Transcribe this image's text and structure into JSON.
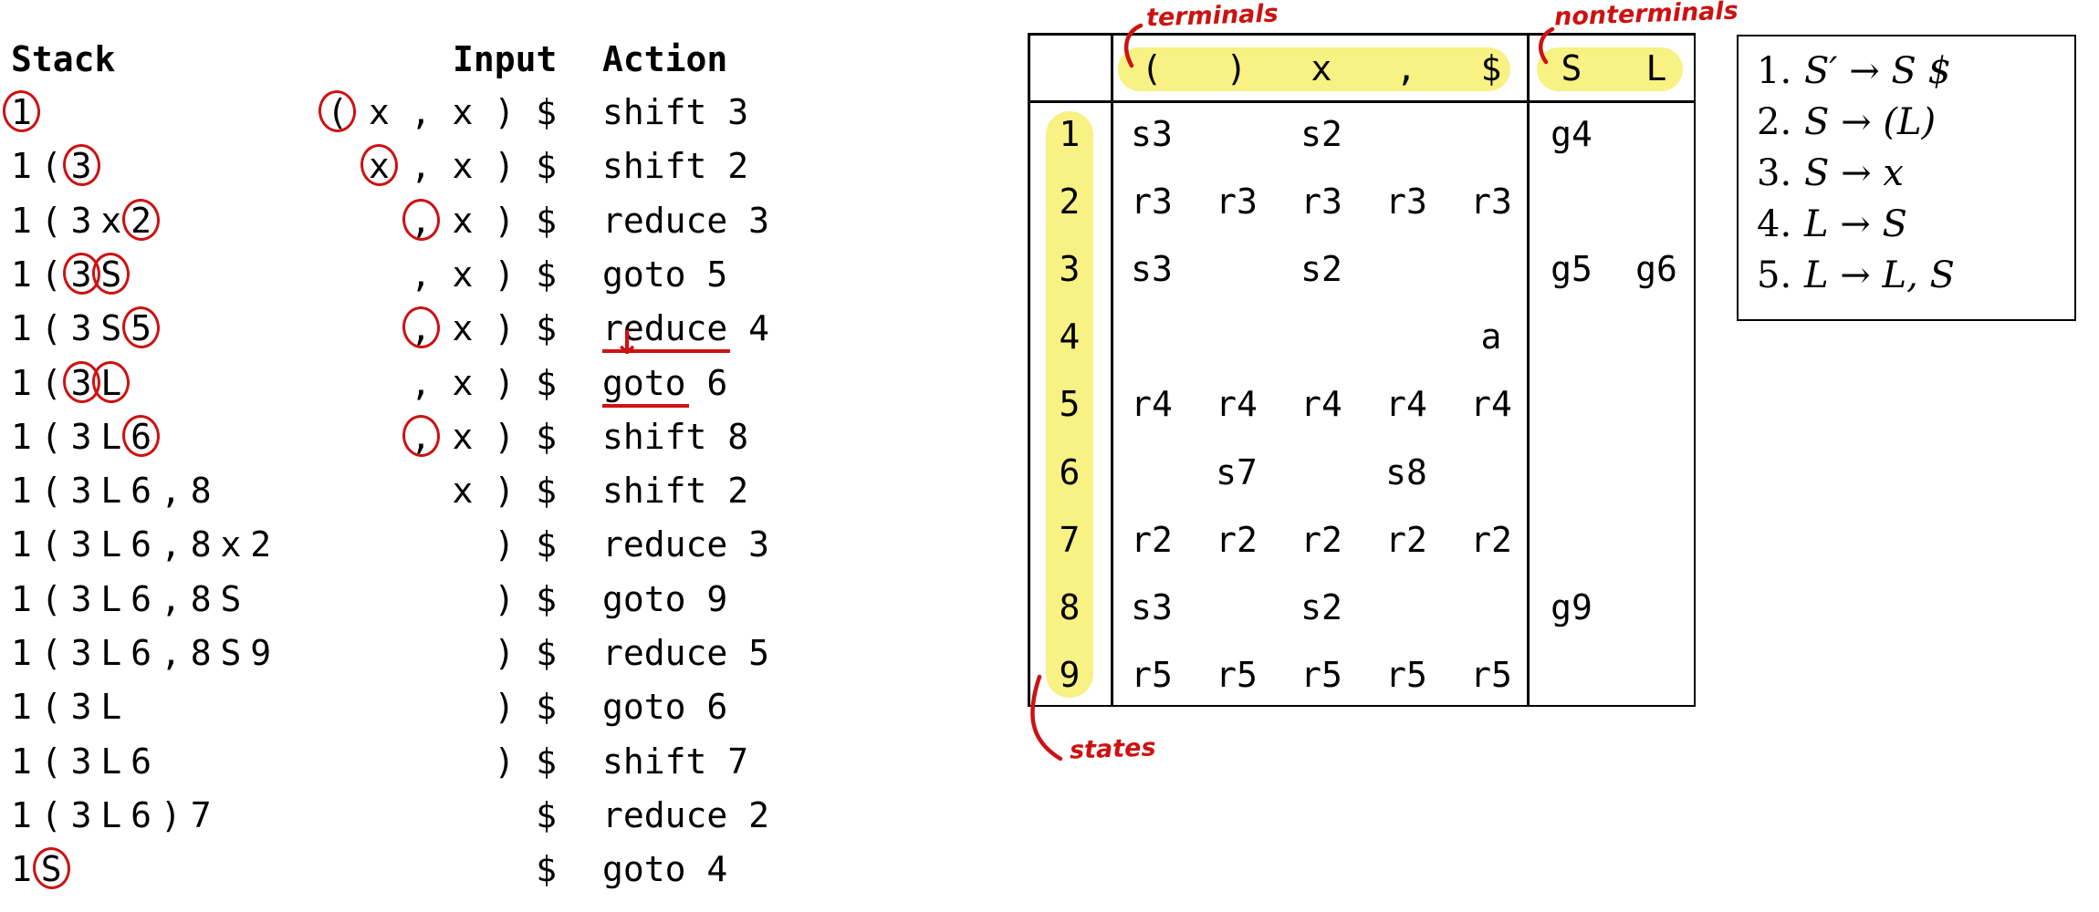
{
  "colors": {
    "highlight": "#f8f183",
    "ink": "#cc1212"
  },
  "trace": {
    "headers": {
      "stack": "Stack",
      "input": "Input",
      "action": "Action"
    },
    "rows": [
      {
        "stack": [
          "1"
        ],
        "stack_circled": [
          0
        ],
        "input": [
          "(",
          "x",
          ",",
          "x",
          ")",
          "$"
        ],
        "input_circled": [
          0
        ],
        "action": "shift 3",
        "underline_action_word": false,
        "arrow_above_action": false
      },
      {
        "stack": [
          "1",
          "(",
          "3"
        ],
        "stack_circled": [
          2
        ],
        "input": [
          "x",
          ",",
          "x",
          ")",
          "$"
        ],
        "input_circled": [
          0
        ],
        "action": "shift 2",
        "underline_action_word": false,
        "arrow_above_action": false
      },
      {
        "stack": [
          "1",
          "(",
          "3",
          "x",
          "2"
        ],
        "stack_circled": [
          4
        ],
        "input": [
          ",",
          "x",
          ")",
          "$"
        ],
        "input_circled": [
          0
        ],
        "action": "reduce 3",
        "underline_action_word": false,
        "arrow_above_action": false
      },
      {
        "stack": [
          "1",
          "(",
          "3",
          "S"
        ],
        "stack_circled": [
          2,
          3
        ],
        "input": [
          ",",
          "x",
          ")",
          "$"
        ],
        "input_circled": [],
        "action": "goto 5",
        "underline_action_word": false,
        "arrow_above_action": false
      },
      {
        "stack": [
          "1",
          "(",
          "3",
          "S",
          "5"
        ],
        "stack_circled": [
          4
        ],
        "input": [
          ",",
          "x",
          ")",
          "$"
        ],
        "input_circled": [
          0
        ],
        "action": "reduce 4",
        "underline_action_word": true,
        "arrow_above_action": false
      },
      {
        "stack": [
          "1",
          "(",
          "3",
          "L"
        ],
        "stack_circled": [
          2,
          3
        ],
        "input": [
          ",",
          "x",
          ")",
          "$"
        ],
        "input_circled": [],
        "action": "goto 6",
        "underline_action_word": true,
        "arrow_above_action": true
      },
      {
        "stack": [
          "1",
          "(",
          "3",
          "L",
          "6"
        ],
        "stack_circled": [
          4
        ],
        "input": [
          ",",
          "x",
          ")",
          "$"
        ],
        "input_circled": [
          0
        ],
        "action": "shift 8",
        "underline_action_word": false,
        "arrow_above_action": false
      },
      {
        "stack": [
          "1",
          "(",
          "3",
          "L",
          "6",
          ",",
          "8"
        ],
        "stack_circled": [],
        "input": [
          "x",
          ")",
          "$"
        ],
        "input_circled": [],
        "action": "shift 2",
        "underline_action_word": false,
        "arrow_above_action": false
      },
      {
        "stack": [
          "1",
          "(",
          "3",
          "L",
          "6",
          ",",
          "8",
          "x",
          "2"
        ],
        "stack_circled": [],
        "input": [
          ")",
          "$"
        ],
        "input_circled": [],
        "action": "reduce 3",
        "underline_action_word": false,
        "arrow_above_action": false
      },
      {
        "stack": [
          "1",
          "(",
          "3",
          "L",
          "6",
          ",",
          "8",
          "S"
        ],
        "stack_circled": [],
        "input": [
          ")",
          "$"
        ],
        "input_circled": [],
        "action": "goto 9",
        "underline_action_word": false,
        "arrow_above_action": false
      },
      {
        "stack": [
          "1",
          "(",
          "3",
          "L",
          "6",
          ",",
          "8",
          "S",
          "9"
        ],
        "stack_circled": [],
        "input": [
          ")",
          "$"
        ],
        "input_circled": [],
        "action": "reduce 5",
        "underline_action_word": false,
        "arrow_above_action": false
      },
      {
        "stack": [
          "1",
          "(",
          "3",
          "L"
        ],
        "stack_circled": [],
        "input": [
          ")",
          "$"
        ],
        "input_circled": [],
        "action": "goto 6",
        "underline_action_word": false,
        "arrow_above_action": false
      },
      {
        "stack": [
          "1",
          "(",
          "3",
          "L",
          "6"
        ],
        "stack_circled": [],
        "input": [
          ")",
          "$"
        ],
        "input_circled": [],
        "action": "shift 7",
        "underline_action_word": false,
        "arrow_above_action": false
      },
      {
        "stack": [
          "1",
          "(",
          "3",
          "L",
          "6",
          ")",
          "7"
        ],
        "stack_circled": [],
        "input": [
          "$"
        ],
        "input_circled": [],
        "action": "reduce 2",
        "underline_action_word": false,
        "arrow_above_action": false
      },
      {
        "stack": [
          "1",
          "S"
        ],
        "stack_circled": [
          1
        ],
        "input": [
          "$"
        ],
        "input_circled": [],
        "action": "goto 4",
        "underline_action_word": false,
        "arrow_above_action": false
      }
    ]
  },
  "ptable": {
    "column_headers": [
      "(",
      ")",
      "x",
      ",",
      "$",
      "S",
      "L"
    ],
    "terminal_headers": [
      "(",
      ")",
      "x",
      ",",
      "$"
    ],
    "nonterminal_headers": [
      "S",
      "L"
    ],
    "states": [
      "1",
      "2",
      "3",
      "4",
      "5",
      "6",
      "7",
      "8",
      "9"
    ],
    "rows": [
      {
        "state": "1",
        "cells": [
          "s3",
          "",
          "s2",
          "",
          "",
          "g4",
          ""
        ]
      },
      {
        "state": "2",
        "cells": [
          "r3",
          "r3",
          "r3",
          "r3",
          "r3",
          "",
          ""
        ]
      },
      {
        "state": "3",
        "cells": [
          "s3",
          "",
          "s2",
          "",
          "",
          "g5",
          "g6"
        ]
      },
      {
        "state": "4",
        "cells": [
          "",
          "",
          "",
          "",
          "a",
          "",
          ""
        ]
      },
      {
        "state": "5",
        "cells": [
          "r4",
          "r4",
          "r4",
          "r4",
          "r4",
          "",
          ""
        ]
      },
      {
        "state": "6",
        "cells": [
          "",
          "s7",
          "",
          "s8",
          "",
          "",
          ""
        ]
      },
      {
        "state": "7",
        "cells": [
          "r2",
          "r2",
          "r2",
          "r2",
          "r2",
          "",
          ""
        ]
      },
      {
        "state": "8",
        "cells": [
          "s3",
          "",
          "s2",
          "",
          "",
          "g9",
          ""
        ]
      },
      {
        "state": "9",
        "cells": [
          "r5",
          "r5",
          "r5",
          "r5",
          "r5",
          "",
          ""
        ]
      }
    ],
    "annotations": {
      "terminals_label": "terminals",
      "nonterminals_label": "nonterminals",
      "states_label": "states"
    }
  },
  "grammar": {
    "items": [
      {
        "num": "1.",
        "body": "S′ → S $"
      },
      {
        "num": "2.",
        "body": "S → (L)"
      },
      {
        "num": "3.",
        "body": "S → x"
      },
      {
        "num": "4.",
        "body": "L → S"
      },
      {
        "num": "5.",
        "body": "L → L, S"
      }
    ]
  }
}
